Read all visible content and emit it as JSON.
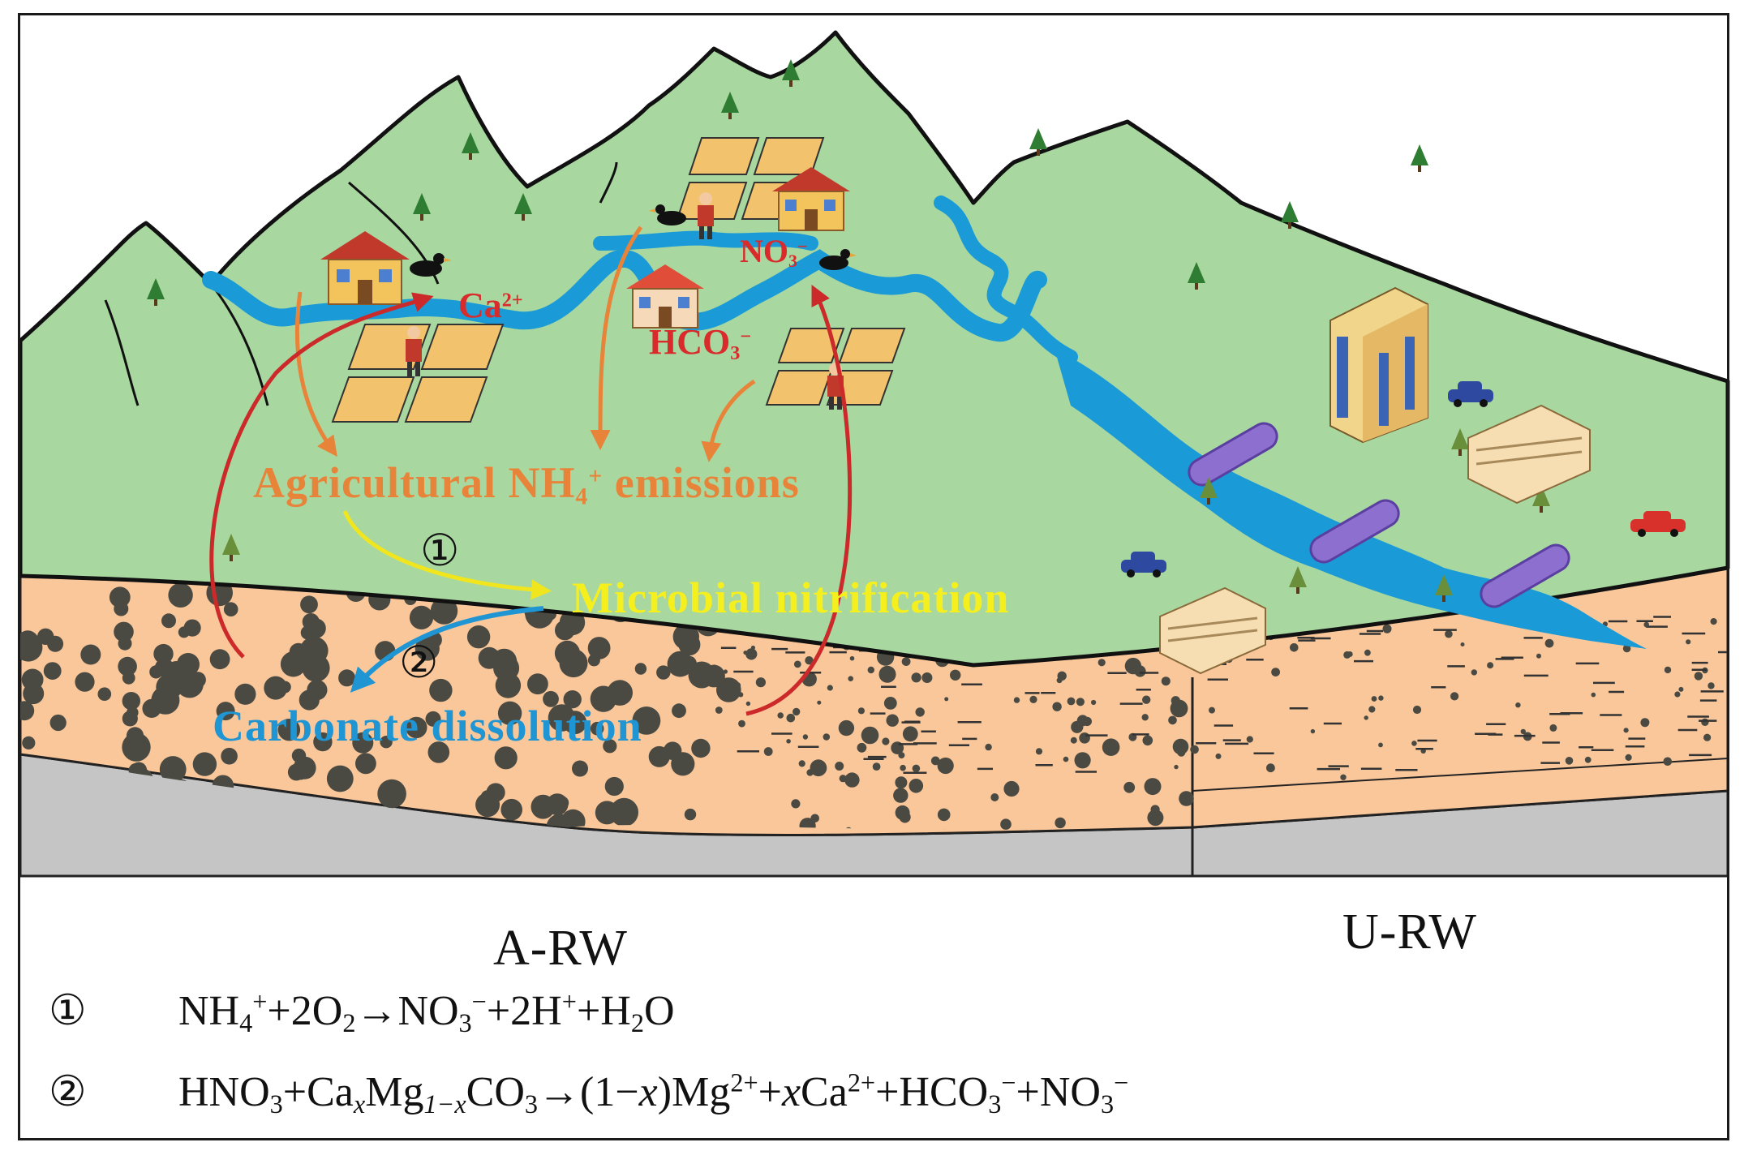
{
  "diagram": {
    "process_labels": {
      "agricultural": "Agricultural NH",
      "agricultural_sub": "4",
      "agricultural_sup": "+",
      "agricultural_tail": " emissions",
      "nitrification": "Microbial nitrification",
      "dissolution": "Carbonate dissolution"
    },
    "ion_labels": {
      "ca_base": "Ca",
      "ca_charge": "2+",
      "hco3_base": "HCO",
      "hco3_sub": "3",
      "hco3_charge": "−",
      "no3_base": "NO",
      "no3_sub": "3",
      "no3_charge": "−"
    },
    "step_markers": {
      "one": "①",
      "two": "②"
    },
    "zones": {
      "agricultural": "A-RW",
      "urban": "U-RW"
    },
    "equations": [
      {
        "marker": "①",
        "parts": [
          {
            "t": "NH"
          },
          {
            "sub": "4"
          },
          {
            "sup": "+"
          },
          {
            "t": "+2O"
          },
          {
            "sub": "2"
          },
          {
            "t": "→NO"
          },
          {
            "sub": "3"
          },
          {
            "sup": "−"
          },
          {
            "t": "+2H"
          },
          {
            "sup": "+"
          },
          {
            "t": "+H"
          },
          {
            "sub": "2"
          },
          {
            "t": "O"
          }
        ]
      },
      {
        "marker": "②",
        "parts": [
          {
            "t": "HNO"
          },
          {
            "sub": "3"
          },
          {
            "t": "+Ca"
          },
          {
            "sub": "x",
            "italic": true
          },
          {
            "t": "Mg"
          },
          {
            "sub": "1−x",
            "italic": true
          },
          {
            "t": "CO"
          },
          {
            "sub": "3"
          },
          {
            "t": "→(1−"
          },
          {
            "t": "x",
            "italic": true
          },
          {
            "t": ")Mg"
          },
          {
            "sup": "2+"
          },
          {
            "t": "+"
          },
          {
            "t": "x",
            "italic": true
          },
          {
            "t": "Ca"
          },
          {
            "sup": "2+"
          },
          {
            "t": "+HCO"
          },
          {
            "sub": "3"
          },
          {
            "sup": "−"
          },
          {
            "t": "+NO"
          },
          {
            "sub": "3"
          },
          {
            "sup": "−"
          }
        ]
      }
    ],
    "colors": {
      "hill": "#a8d7a0",
      "soil": "#f9c79a",
      "bedrock": "#c5c5c5",
      "water": "#1a9ad6",
      "pebble": "#4a4a42",
      "arrow_red": "#cc2a2a",
      "arrow_orange": "#e8843a",
      "arrow_yellow": "#f1e61e",
      "arrow_blue": "#1f95d3"
    }
  }
}
